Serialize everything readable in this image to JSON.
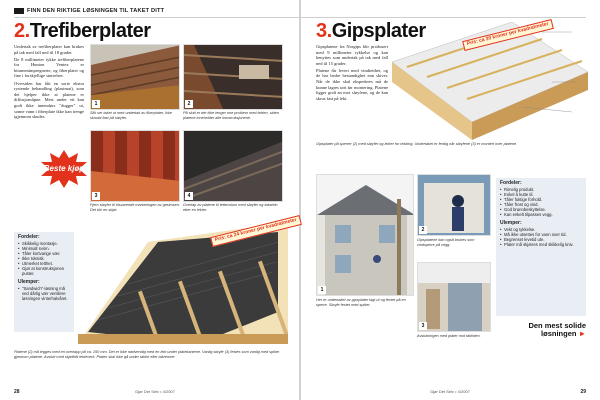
{
  "banner": "FINN DEN RIKTIGE LØSNINGEN TIL TAKET DITT",
  "left": {
    "heading_num": "2.",
    "heading_title": "Trefiberplater",
    "intro": [
      "Undertak av trefiberplater kan brukes på tak med fall ned til 18 grader.",
      "De 8 millimeter tykke trefiberplatene fra Hunton Ventex er bitumenimpregnerte, og fiberplater og fine i forskjellige størrelser.",
      "Oversiden har fått en sorte ekstra rystende behandling (plastmat), som det hjelper ikke at platene er diffusjonsåpne. Mest under ett kan godt ikke innendørs \"dugger\" ut, sonne vann i fiberplate ikke kan trenge igjennom skudes."
    ],
    "burst": "Beste kjøp",
    "price_tag": "Pris: ca 24 kroner per kvadratmeter",
    "captions": {
      "c1": "Slik ser taket ut med undertak av fiberplater, ikke skrudd fast på sløyfer.",
      "c2": "På slutt er det ikke lenger noe problem med lekten, siden platene inneholder alle konstruksjonene.",
      "c3": "Fjern sløyfer til tilsvarende markeringen av gesimsen. Det blir en skjøt.",
      "c4": "Overlap av platene til tettevolum med sløyfer og takstein etter en lekter."
    },
    "fordeler_title": "Fordeler:",
    "fordeler": [
      "Skikkelig montasje.",
      "Minimalt svinn.",
      "Tåler kortvarige vær.",
      "Ikke toksisk.",
      "Utmerket tetthet.",
      "Gjør at konstruksjonen puster."
    ],
    "ulemper_title": "Ulemper:",
    "ulemper": [
      "\"Sandwich\"-løsning må ved dårlig vær ventilere løsningen vinterhalvåret."
    ],
    "bottom_caption": "Platene (2) må legges med en overlapp på ca. 150 mm. Det er ikke nødvendig med en lekt under platekantene. Vanlig sløyfe (3) festes som vanlig med spiker gjennom platene. Avslutt med skjøtfritt lekteverk. Platen skal ikke gå under takfot eller takrenner.",
    "footer": "Gjør Det Selv • 4/2007",
    "page": "28"
  },
  "right": {
    "heading_num": "3.",
    "heading_title": "Gipsplater",
    "intro": [
      "Gipsplatene fra Norgips blir produsert med 9 millimeter tykkelse og kan benyttes som undertak på tak med fall ned til 15 grader.",
      "Platene får levert med vindtetthet, og de har bedre bestandighet enn skiver. Når de ikke skal ekspederes må de kunne lagres tørt før montering. Platene ligger godt an mot sløyfene, og de kan skrus fast på lekt."
    ],
    "price_tag": "Pris: ca 30 kroner per kvadratmeter",
    "diagram_caption": "Gipsplater på sperrer (2) med sløyfer og lekter for tekking. Undertaket er ferdig når sløyfene (3) er montert over platene.",
    "captions": {
      "c1": "Her er undertaket av gipsplater lagt ut og festet på en sperre. Sløyfe festet med spiker.",
      "c2": "Gipsplatene kan også brukes som vindsperre på vegg.",
      "c3": "Avslutningen med plater mot takfoten."
    },
    "fordeler_title": "Fordeler:",
    "fordeler": [
      "Rimelig produkt.",
      "Enkel å kutte til.",
      "Tåler fuktige forhold.",
      "Tåler frost og vind.",
      "God brannbeskyttelse.",
      "Kan enkelt tilpasses vegg."
    ],
    "ulemper_title": "Ulemper:",
    "ulemper": [
      "Vekt og tykkelse.",
      "Må ikke utsettes for vann over tid.",
      "Begrenset levetid ute.",
      "Plater må skjæres med skikkelig kniv."
    ],
    "cta": "Den mest solide løsningen",
    "footer": "Gjør Det Selv • 4/2007",
    "page": "29"
  }
}
